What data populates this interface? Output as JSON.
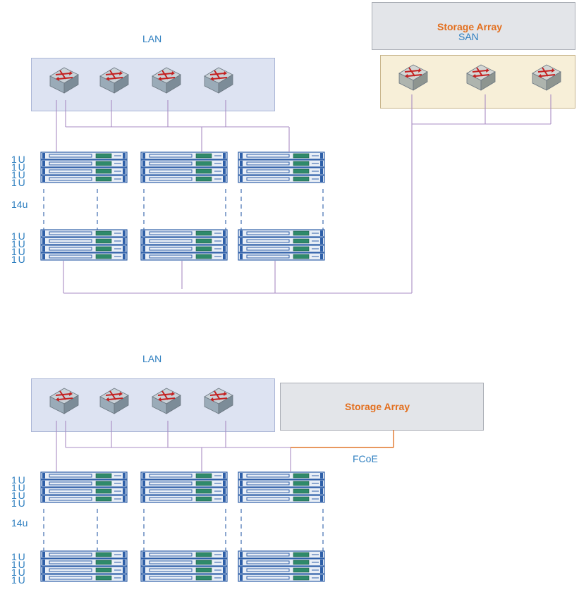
{
  "top": {
    "lan_label": "LAN",
    "storage_title": "Storage Array",
    "san_label": "SAN",
    "u_labels": [
      "1 U",
      "1 U",
      "1 U",
      "1 U"
    ],
    "u14_label": "14u",
    "u_labels_bottom": [
      "1 U",
      "1 U",
      "1 U",
      "1 U"
    ]
  },
  "bottom": {
    "lan_label": "LAN",
    "storage_title": "Storage Array",
    "fcoe_label": "FCoE",
    "u_labels": [
      "1 U",
      "1 U",
      "1 U",
      "1 U"
    ],
    "u14_label": "14u",
    "u_labels_bottom": [
      "1 U",
      "1 U",
      "1 U",
      "1 U"
    ]
  },
  "colors": {
    "lan_fill": "#dde3f2",
    "san_fill": "#f7efd8",
    "storage_fill": "#e3e5e9",
    "link_line": "#a98cc4",
    "fcoe_line": "#e0762a",
    "label_blue": "#2E7FC0",
    "label_orange": "#E36F1E"
  }
}
